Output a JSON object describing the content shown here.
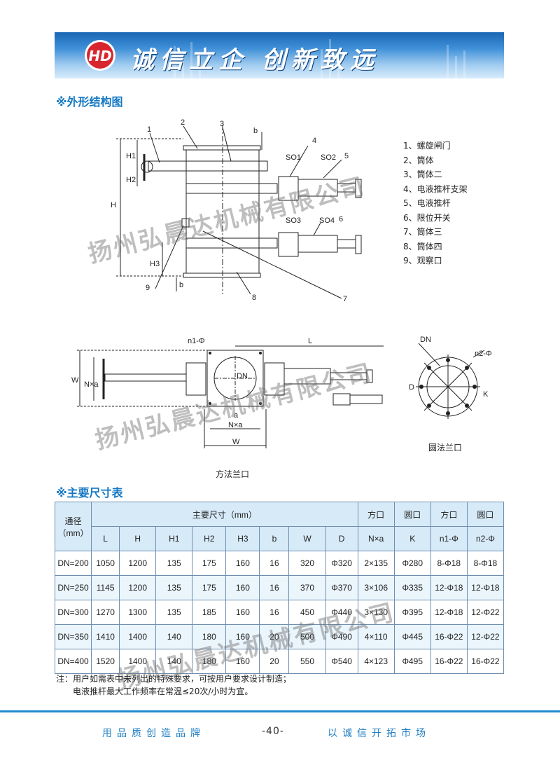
{
  "banner": {
    "logo": "HD",
    "slogan": "诚信立企  创新致远"
  },
  "sections": {
    "structure": "※外形结构图",
    "dimensions": "※主要尺寸表"
  },
  "legend": [
    "1、螺旋闸门",
    "2、筒体",
    "3、筒体二",
    "4、电液推杆支架",
    "5、电液推杆",
    "6、限位开关",
    "7、筒体三",
    "8、筒体四",
    "9、观察口"
  ],
  "drawing_labels": {
    "parts": [
      "1",
      "2",
      "3",
      "4",
      "5",
      "6",
      "7",
      "8",
      "9"
    ],
    "sensors": [
      "SO1",
      "SO2",
      "SO3",
      "SO4"
    ],
    "dims_front": [
      "H1",
      "H2",
      "H",
      "H3",
      "b",
      "b"
    ],
    "dims_plan": [
      "n1-Φ",
      "L",
      "W",
      "N×a",
      "DN",
      "a",
      "N×a",
      "W"
    ],
    "dims_round": [
      "DN",
      "n2-Φ",
      "D",
      "K"
    ]
  },
  "captions": {
    "square_flange": "方法兰口",
    "round_flange": "圆法兰口"
  },
  "watermark": "扬州弘晨达机械有限公司",
  "table": {
    "header_row1": {
      "bore": "通径",
      "bore_unit": "（mm）",
      "main": "主要尺寸（mm）",
      "square1": "方口",
      "round1": "圆口",
      "square2": "方口",
      "round2": "圆口"
    },
    "header_row2": [
      "L",
      "H",
      "H1",
      "H2",
      "H3",
      "b",
      "W",
      "D",
      "N×a",
      "K",
      "n1-Φ",
      "n2-Φ"
    ],
    "rows": [
      [
        "DN=200",
        "1050",
        "1200",
        "135",
        "175",
        "160",
        "16",
        "320",
        "Φ320",
        "2×135",
        "Φ280",
        "8-Φ18",
        "8-Φ18"
      ],
      [
        "DN=250",
        "1145",
        "1200",
        "135",
        "175",
        "160",
        "16",
        "370",
        "Φ370",
        "3×106",
        "Φ335",
        "12-Φ18",
        "12-Φ18"
      ],
      [
        "DN=300",
        "1270",
        "1300",
        "135",
        "185",
        "160",
        "16",
        "450",
        "Φ440",
        "3×130",
        "Φ395",
        "12-Φ18",
        "12-Φ22"
      ],
      [
        "DN=350",
        "1410",
        "1400",
        "140",
        "180",
        "160",
        "20",
        "500",
        "Φ490",
        "4×110",
        "Φ445",
        "16-Φ22",
        "12-Φ22"
      ],
      [
        "DN=400",
        "1520",
        "1400",
        "140",
        "180",
        "160",
        "20",
        "550",
        "Φ540",
        "4×123",
        "Φ495",
        "16-Φ22",
        "16-Φ22"
      ]
    ]
  },
  "notes": [
    "注：用户如需表中未列出的特殊要求，可按用户要求设计制造；",
    "电液推杆最大工作频率在常温≤20次/小时为宜。"
  ],
  "footer": {
    "left": "用品质创造品牌",
    "page": "-40-",
    "right": "以诚信开拓市场"
  },
  "colors": {
    "accent": "#1478c4",
    "table_border": "#6f8fb1",
    "table_header": "#d7eaf8",
    "banner": "#1a66b4"
  }
}
